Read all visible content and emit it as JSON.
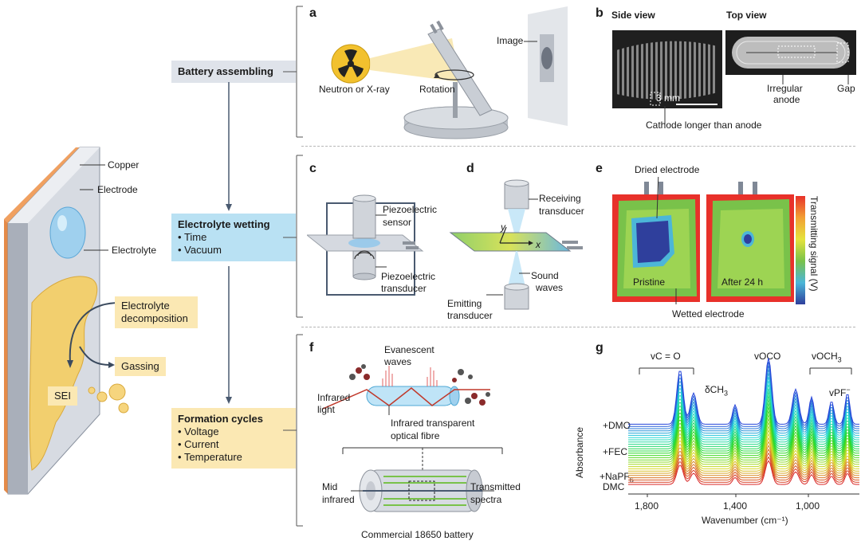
{
  "left_diagram": {
    "labels": {
      "copper": "Copper",
      "electrode": "Electrode",
      "electrolyte": "Electrolyte",
      "decomposition": "Electrolyte decomposition",
      "gassing": "Gassing",
      "sei": "SEI"
    }
  },
  "stages": [
    {
      "title": "Battery assembling",
      "items": [],
      "color": "#dfe3ea"
    },
    {
      "title": "Electrolyte wetting",
      "items": [
        "Time",
        "Vacuum"
      ],
      "color": "#b9e1f3"
    },
    {
      "title": "Formation cycles",
      "items": [
        "Voltage",
        "Current",
        "Temperature"
      ],
      "color": "#fbe8b3"
    }
  ],
  "panels": {
    "a": {
      "letter": "a",
      "source": "Neutron or X-ray",
      "rotation": "Rotation",
      "image": "Image"
    },
    "b": {
      "letter": "b",
      "side_view": "Side view",
      "top_view": "Top view",
      "scale": "3 mm",
      "cathode": "Cathode longer than anode",
      "irregular": "Irregular",
      "anode": "anode",
      "gap": "Gap"
    },
    "c": {
      "letter": "c",
      "sensor_1": "Piezoelectric",
      "sensor_2": "sensor",
      "transducer_1": "Piezoelectric",
      "transducer_2": "transducer"
    },
    "d": {
      "letter": "d",
      "receiving_1": "Receiving",
      "receiving_2": "transducer",
      "sound_1": "Sound",
      "sound_2": "waves",
      "emitting_1": "Emitting",
      "emitting_2": "transducer",
      "axis_x": "x",
      "axis_y": "y"
    },
    "e": {
      "letter": "e",
      "dried": "Dried electrode",
      "pristine": "Pristine",
      "after": "After 24 h",
      "wetted": "Wetted electrode",
      "colorbar": "Transmitting signal (V)"
    },
    "f": {
      "letter": "f",
      "evanescent_1": "Evanescent",
      "evanescent_2": "waves",
      "infrared_1": "Infrared",
      "infrared_2": "light",
      "fibre_1": "Infrared transparent",
      "fibre_2": "optical fibre",
      "mid_1": "Mid",
      "mid_2": "infrared",
      "transmitted_1": "Transmitted",
      "transmitted_2": "spectra",
      "battery": "Commercial 18650 battery"
    },
    "g": {
      "letter": "g",
      "vco": "vC = O",
      "voco": "vOCO",
      "voch3": "vOCH",
      "voch3_sub": "3",
      "dch3": "δCH",
      "dch3_sub": "3",
      "vpf": "vPF",
      "vpf_sup": "−",
      "ylabel": "Absorbance",
      "xlabel": "Wavenumber (cm⁻¹)",
      "dmo": "+DMO",
      "fec": "+FEC",
      "napf": "+NaPF",
      "napf_sub": "6",
      "dmc": "DMC",
      "ticks": [
        "1,800",
        "1,400",
        "1,000"
      ]
    }
  },
  "colors": {
    "stage_gray": "#dfe3ea",
    "stage_blue": "#b9e1f3",
    "stage_yellow": "#fbe8b3",
    "copper": "#f0a060",
    "electrolyte_blue": "#9fd0ee",
    "sei_yellow": "#f2cf6e"
  }
}
